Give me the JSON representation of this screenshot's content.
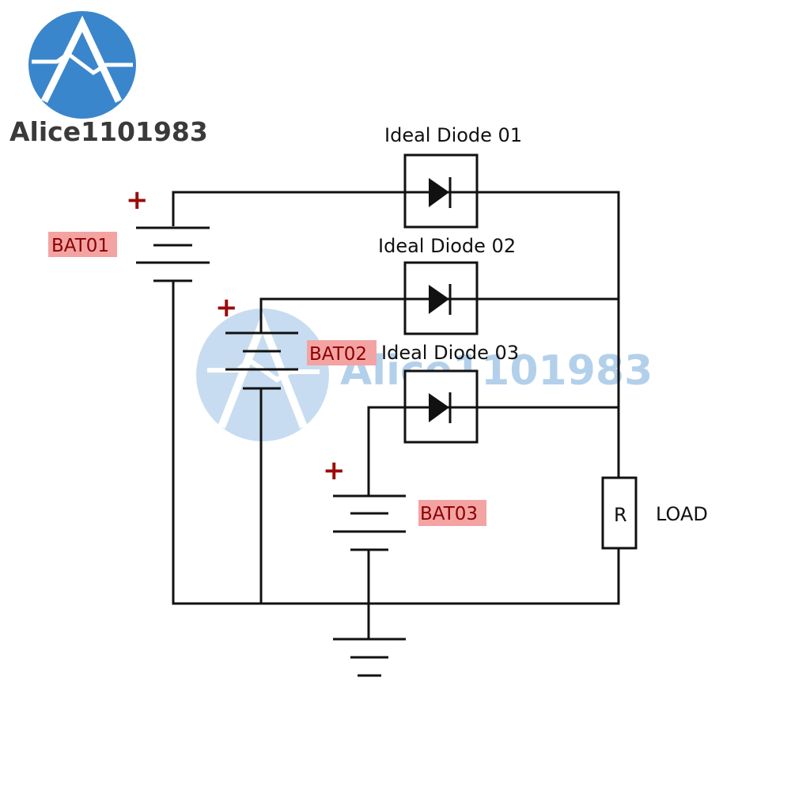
{
  "logo": {
    "text": "Alice1101983",
    "color": "#3a86cc"
  },
  "watermark": {
    "text": "Alice1101983"
  },
  "diodes": [
    {
      "label": "Ideal Diode 01"
    },
    {
      "label": "Ideal Diode 02"
    },
    {
      "label": "Ideal Diode 03"
    }
  ],
  "batteries": [
    {
      "label": "BAT01",
      "polarity": "+"
    },
    {
      "label": "BAT02",
      "polarity": "+"
    },
    {
      "label": "BAT03",
      "polarity": "+"
    }
  ],
  "load": {
    "symbol": "R",
    "label": "LOAD"
  },
  "colors": {
    "wire": "#111111",
    "battery_label_bg": "#f4a3a3",
    "battery_label_text": "#8b0000",
    "plus_sign": "#9b0a0a"
  }
}
